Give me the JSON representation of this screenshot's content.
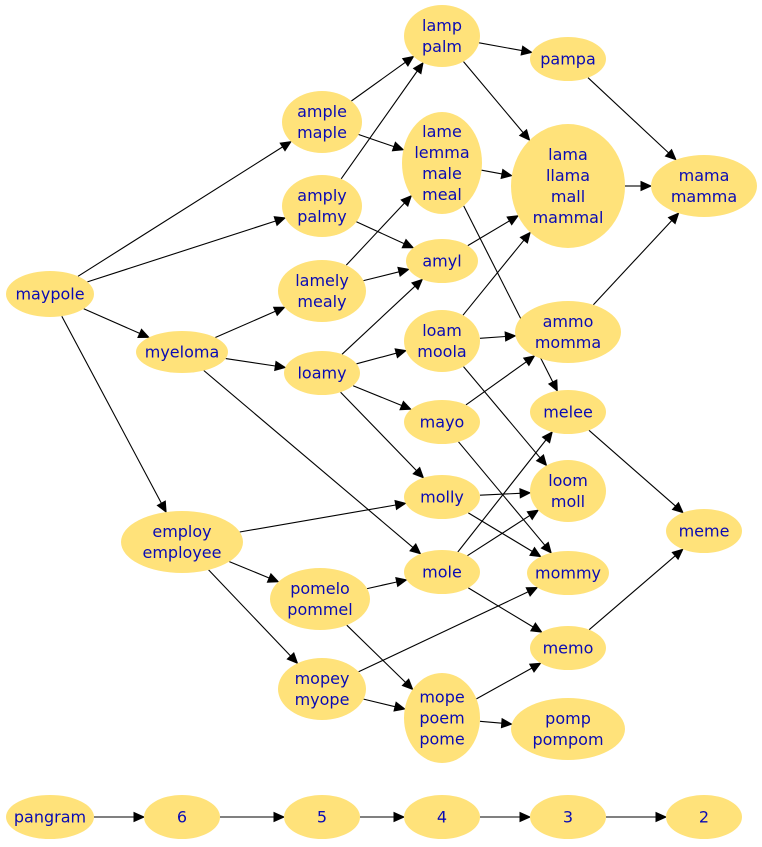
{
  "nodes": {
    "maypole": {
      "lines": [
        "maypole"
      ]
    },
    "myeloma": {
      "lines": [
        "myeloma"
      ]
    },
    "employ": {
      "lines": [
        "employ",
        "employee"
      ]
    },
    "ample": {
      "lines": [
        "ample",
        "maple"
      ]
    },
    "amply": {
      "lines": [
        "amply",
        "palmy"
      ]
    },
    "lamely": {
      "lines": [
        "lamely",
        "mealy"
      ]
    },
    "loamy": {
      "lines": [
        "loamy"
      ]
    },
    "pomelo": {
      "lines": [
        "pomelo",
        "pommel"
      ]
    },
    "mopey": {
      "lines": [
        "mopey",
        "myope"
      ]
    },
    "lamp": {
      "lines": [
        "lamp",
        "palm"
      ]
    },
    "lame": {
      "lines": [
        "lame",
        "lemma",
        "male",
        "meal"
      ]
    },
    "amyl": {
      "lines": [
        "amyl"
      ]
    },
    "loam": {
      "lines": [
        "loam",
        "moola"
      ]
    },
    "mayo": {
      "lines": [
        "mayo"
      ]
    },
    "molly": {
      "lines": [
        "molly"
      ]
    },
    "mole": {
      "lines": [
        "mole"
      ]
    },
    "mope": {
      "lines": [
        "mope",
        "poem",
        "pome"
      ]
    },
    "pampa": {
      "lines": [
        "pampa"
      ]
    },
    "lama": {
      "lines": [
        "lama",
        "llama",
        "mall",
        "mammal"
      ]
    },
    "ammo": {
      "lines": [
        "ammo",
        "momma"
      ]
    },
    "melee": {
      "lines": [
        "melee"
      ]
    },
    "loom": {
      "lines": [
        "loom",
        "moll"
      ]
    },
    "mommy": {
      "lines": [
        "mommy"
      ]
    },
    "memo": {
      "lines": [
        "memo"
      ]
    },
    "pomp": {
      "lines": [
        "pomp",
        "pompom"
      ]
    },
    "mama": {
      "lines": [
        "mama",
        "mamma"
      ]
    },
    "meme": {
      "lines": [
        "meme"
      ]
    },
    "pangram": {
      "lines": [
        "pangram"
      ]
    },
    "n6": {
      "lines": [
        "6"
      ]
    },
    "n5": {
      "lines": [
        "5"
      ]
    },
    "n4": {
      "lines": [
        "4"
      ]
    },
    "n3": {
      "lines": [
        "3"
      ]
    },
    "n2": {
      "lines": [
        "2"
      ]
    }
  },
  "edges": [
    [
      "maypole",
      "ample"
    ],
    [
      "maypole",
      "amply"
    ],
    [
      "maypole",
      "myeloma"
    ],
    [
      "maypole",
      "employ"
    ],
    [
      "myeloma",
      "lamely"
    ],
    [
      "myeloma",
      "loamy"
    ],
    [
      "myeloma",
      "mole"
    ],
    [
      "employ",
      "molly"
    ],
    [
      "employ",
      "pomelo"
    ],
    [
      "employ",
      "mopey"
    ],
    [
      "ample",
      "lamp"
    ],
    [
      "ample",
      "lame"
    ],
    [
      "amply",
      "lamp"
    ],
    [
      "amply",
      "amyl"
    ],
    [
      "lamely",
      "lame"
    ],
    [
      "lamely",
      "amyl"
    ],
    [
      "loamy",
      "amyl"
    ],
    [
      "loamy",
      "loam"
    ],
    [
      "loamy",
      "mayo"
    ],
    [
      "loamy",
      "molly"
    ],
    [
      "pomelo",
      "mole"
    ],
    [
      "pomelo",
      "mope"
    ],
    [
      "mopey",
      "mommy"
    ],
    [
      "mopey",
      "mope"
    ],
    [
      "lamp",
      "pampa"
    ],
    [
      "lamp",
      "lama"
    ],
    [
      "lame",
      "lama"
    ],
    [
      "lame",
      "melee"
    ],
    [
      "amyl",
      "lama"
    ],
    [
      "loam",
      "lama"
    ],
    [
      "loam",
      "ammo"
    ],
    [
      "loam",
      "loom"
    ],
    [
      "mayo",
      "ammo"
    ],
    [
      "mayo",
      "mommy"
    ],
    [
      "molly",
      "loom"
    ],
    [
      "molly",
      "mommy"
    ],
    [
      "mole",
      "melee"
    ],
    [
      "mole",
      "loom"
    ],
    [
      "mole",
      "memo"
    ],
    [
      "mope",
      "memo"
    ],
    [
      "mope",
      "pomp"
    ],
    [
      "pampa",
      "mama"
    ],
    [
      "lama",
      "mama"
    ],
    [
      "ammo",
      "mama"
    ],
    [
      "melee",
      "meme"
    ],
    [
      "memo",
      "meme"
    ],
    [
      "pangram",
      "n6"
    ],
    [
      "n6",
      "n5"
    ],
    [
      "n5",
      "n4"
    ],
    [
      "n4",
      "n3"
    ],
    [
      "n3",
      "n2"
    ]
  ]
}
